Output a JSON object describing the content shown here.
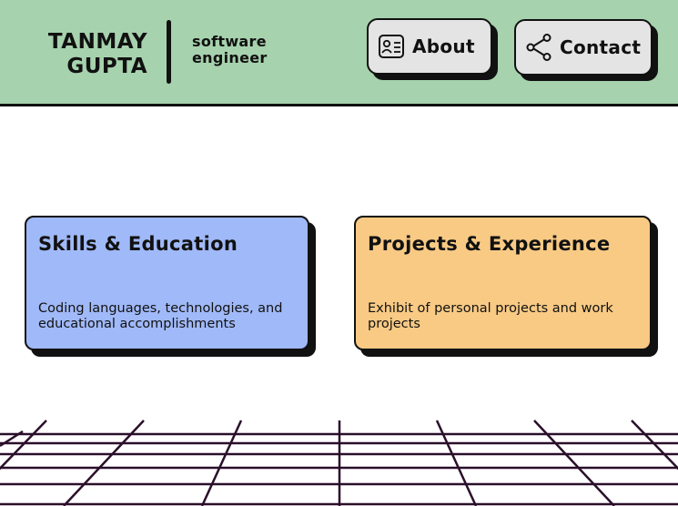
{
  "header": {
    "name": "TANMAY\nGUPTA",
    "role": "software\nengineer"
  },
  "nav": {
    "about": {
      "label": "About",
      "icon": "contact-card-icon"
    },
    "contact": {
      "label": "Contact",
      "icon": "share-icon"
    }
  },
  "cards": [
    {
      "title": "Skills & Education",
      "description": "Coding languages, technologies, and educational accomplishments",
      "color": "#a0b9f8"
    },
    {
      "title": "Projects & Experience",
      "description": "Exhibit of personal projects and work projects",
      "color": "#f8ca84"
    }
  ],
  "theme": {
    "header_bg": "#a6d2ad",
    "button_bg": "#e4e4e4",
    "grid_color": "#2a0f2a"
  }
}
